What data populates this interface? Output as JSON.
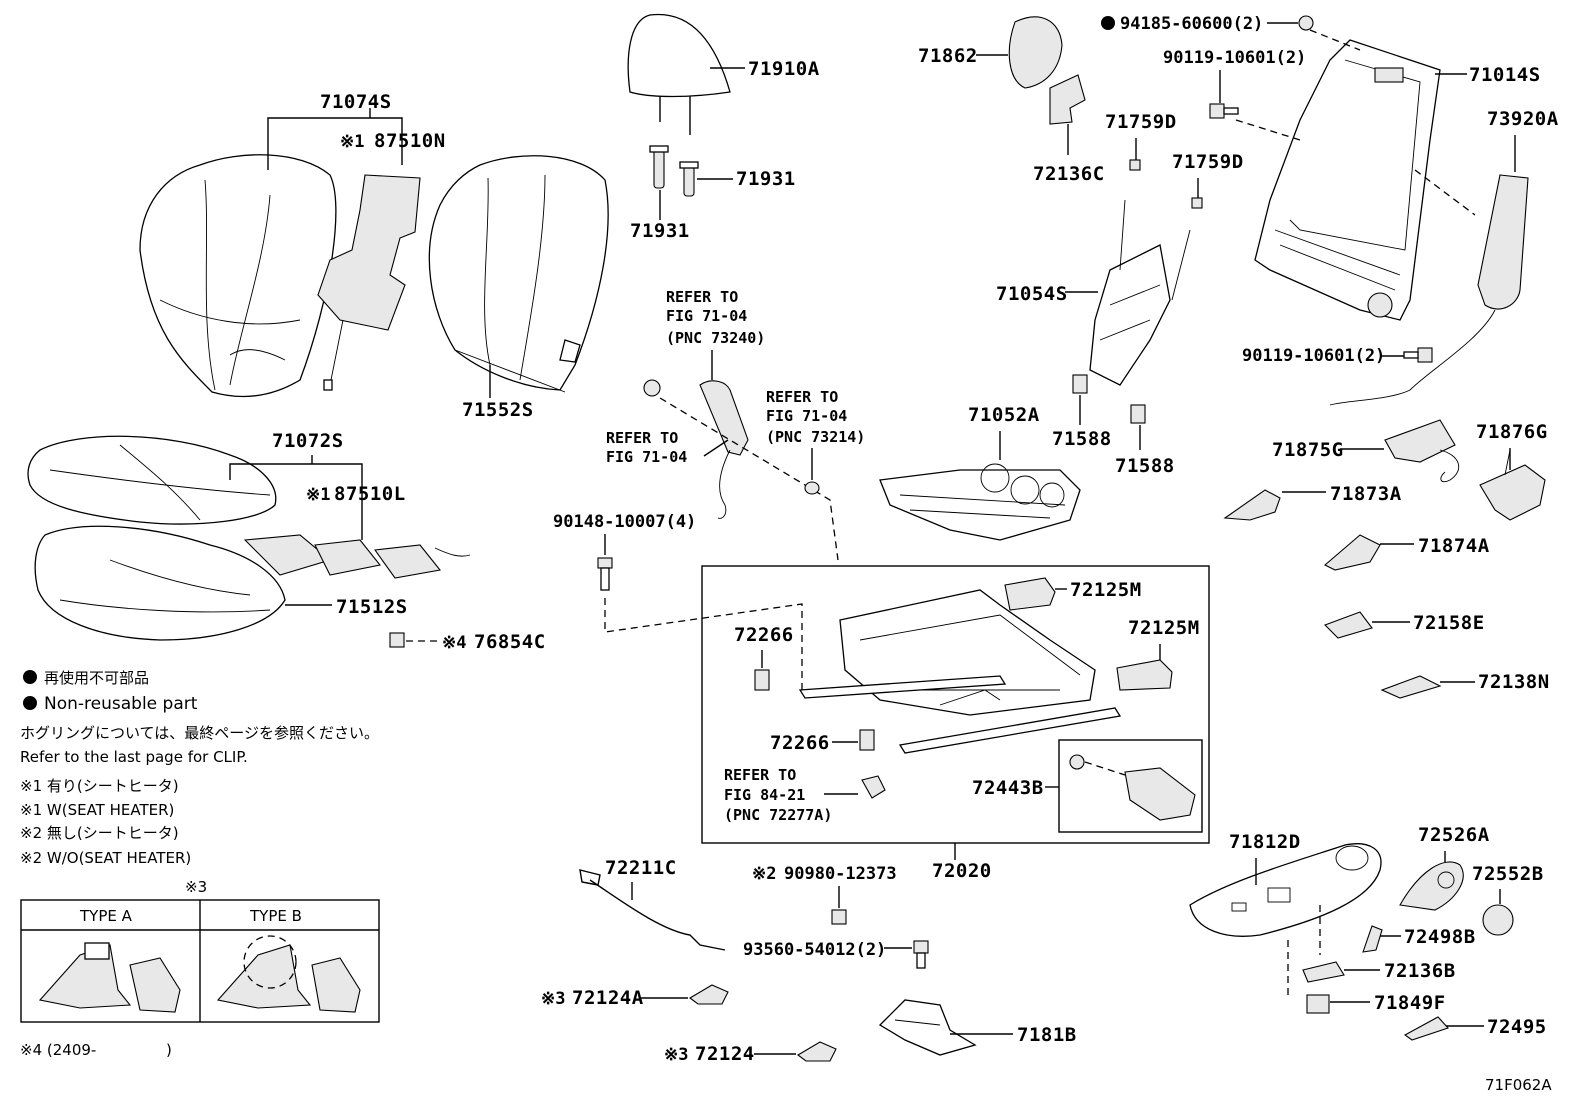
{
  "callouts": {
    "c71074S": "71074S",
    "c87510N": "87510N",
    "c71910A": "71910A",
    "c71931a": "71931",
    "c71931b": "71931",
    "c71862": "71862",
    "c94185": "94185-60600(2)",
    "c90119a": "90119-10601(2)",
    "c71014S": "71014S",
    "c73920A": "73920A",
    "c71759Da": "71759D",
    "c71759Db": "71759D",
    "c72136C": "72136C",
    "c71552S": "71552S",
    "c71054S": "71054S",
    "c90119b": "90119-10601(2)",
    "c71072S": "71072S",
    "c87510L": "87510L",
    "c71052A": "71052A",
    "c71588a": "71588",
    "c71588b": "71588",
    "c71875G": "71875G",
    "c71876G": "71876G",
    "c71873A": "71873A",
    "c71874A": "71874A",
    "c90148": "90148-10007(4)",
    "c71512S": "71512S",
    "c76854C": "76854C",
    "c72125Ma": "72125M",
    "c72125Mb": "72125M",
    "c72266a": "72266",
    "c72266b": "72266",
    "c72158E": "72158E",
    "c72138N": "72138N",
    "c72443B": "72443B",
    "c71812D": "71812D",
    "c72526A": "72526A",
    "c72552B": "72552B",
    "c72211C": "72211C",
    "c90980": "90980-12373",
    "c72020": "72020",
    "c72498B": "72498B",
    "c72136B": "72136B",
    "c93560": "93560-54012(2)",
    "c71849F": "71849F",
    "c72124A": "72124A",
    "c72124": "72124",
    "c7181B": "7181B",
    "c72495": "72495"
  },
  "marks": {
    "kome1": "※1",
    "kome1b": "※1",
    "kome2": "※2",
    "kome3a": "※3",
    "kome3b": "※3",
    "kome4": "※4",
    "kome3_table": "※3"
  },
  "refs": {
    "r1_line1": "REFER TO",
    "r1_line2": "FIG 71-04",
    "r1_line3": "(PNC 73240)",
    "r2_line1": "REFER TO",
    "r2_line2": "FIG 71-04",
    "r2_line3": "(PNC 73214)",
    "r3_line1": "REFER TO",
    "r3_line2": "FIG 71-04",
    "r4_line1": "REFER TO",
    "r4_line2": "FIG 84-21",
    "r4_line3": "(PNC 72277A)"
  },
  "legend": {
    "non_reusable_jp": "再使用不可部品",
    "non_reusable_en": "Non-reusable part",
    "clip_jp": "ホグリングについては、最終ページを参照ください。",
    "clip_en": "Refer to the last page for CLIP.",
    "note1_jp": "※1 有り(シートヒータ)",
    "note1_en": "※1 W(SEAT HEATER)",
    "note2_jp": "※2 無し(シートヒータ)",
    "note2_en": "※2 W/O(SEAT HEATER)",
    "note4": "※4 (2409-",
    "note4_close": ")"
  },
  "type_table": {
    "type_a": "TYPE A",
    "type_b": "TYPE B"
  },
  "figure_code": "71F062A"
}
